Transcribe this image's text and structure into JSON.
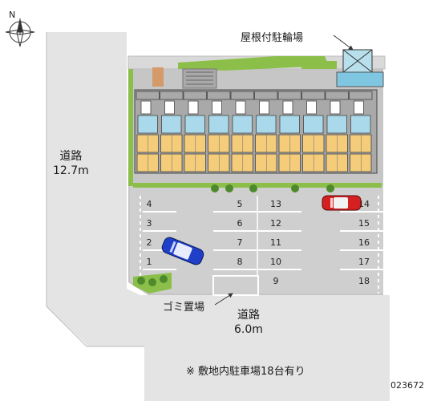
{
  "compass": {
    "north_letter": "N"
  },
  "roads": {
    "west": {
      "name": "道路",
      "width": "12.7m"
    },
    "south": {
      "name": "道路",
      "width": "6.0m"
    }
  },
  "labels": {
    "bicycle_parking": "屋根付駐輪場",
    "garbage": "ゴミ置場",
    "parking_note": "※ 敷地内駐車場18台有り",
    "map_id": "023672"
  },
  "parking_spaces": {
    "col_left": [
      "4",
      "3",
      "2",
      "1"
    ],
    "col_mid_left": [
      "5",
      "6",
      "7",
      "8"
    ],
    "col_mid_right": [
      "13",
      "12",
      "11",
      "10",
      "9"
    ],
    "col_right": [
      "14",
      "15",
      "16",
      "17",
      "18"
    ]
  },
  "cars": [
    {
      "name": "red-car",
      "color": "#d42020"
    },
    {
      "name": "blue-car",
      "color": "#1f3fc8"
    }
  ],
  "colors": {
    "site": "#c8c8c8",
    "road": "#e4e4e4",
    "garden": "#8bbf4a",
    "unit_orange": "#f5cc7a",
    "unit_blue": "#a9d9ea",
    "unit_grey": "#a9a9a9"
  }
}
